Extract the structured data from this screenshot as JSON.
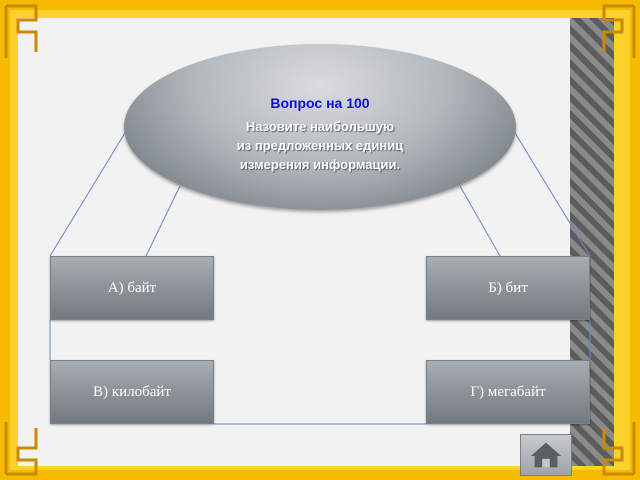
{
  "question": {
    "title": "Вопрос на 100",
    "text": "Назовите наибольшую \nиз предложенных единиц\n измерения информации."
  },
  "answers": [
    {
      "label": "А) байт"
    },
    {
      "label": "Б) бит"
    },
    {
      "label": "В) килобайт"
    },
    {
      "label": "Г) мегабайт"
    }
  ],
  "nav": {
    "home_icon": "home-icon"
  },
  "colors": {
    "frame": "#f6bb00",
    "frame_inner": "#fbd12a",
    "title_blue": "#1010d0",
    "connector": "#6f86c8"
  }
}
